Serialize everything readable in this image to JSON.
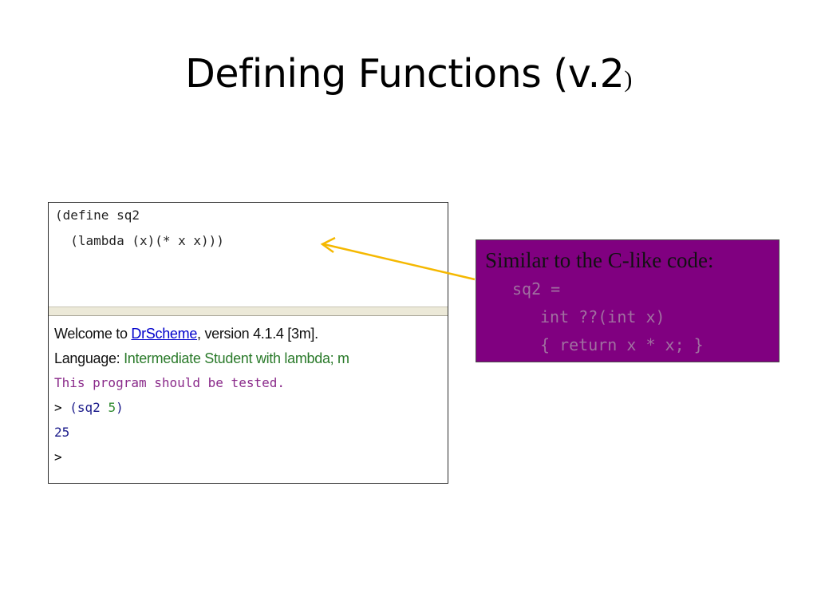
{
  "title": {
    "main": "Defining Functions (v.2",
    "close_paren": ")"
  },
  "definitions_window": {
    "lines": [
      "(define sq2",
      "  (lambda (x)(* x x)))"
    ]
  },
  "interactions_window": {
    "welcome_prefix": "Welcome to ",
    "welcome_link": "DrScheme",
    "welcome_suffix": ", version 4.1.4 [3m].",
    "language_prefix": "Language: ",
    "language_value": "Intermediate Student with lambda; m",
    "test_message": "This program should be tested.",
    "prompt": ">",
    "expr_open": "(sq2 ",
    "expr_arg": "5",
    "expr_close": ")",
    "result": "25",
    "final_prompt": ">"
  },
  "callout": {
    "heading": "Similar to the C-like code:",
    "code": [
      "sq2 =",
      "int ??(int x)",
      "{ return x * x; }"
    ]
  },
  "colors": {
    "callout_bg": "#800080",
    "arrow": "#f5b800",
    "link": "#0000cc",
    "language_green": "#2a7a2a",
    "test_purple": "#8a2a8a"
  }
}
